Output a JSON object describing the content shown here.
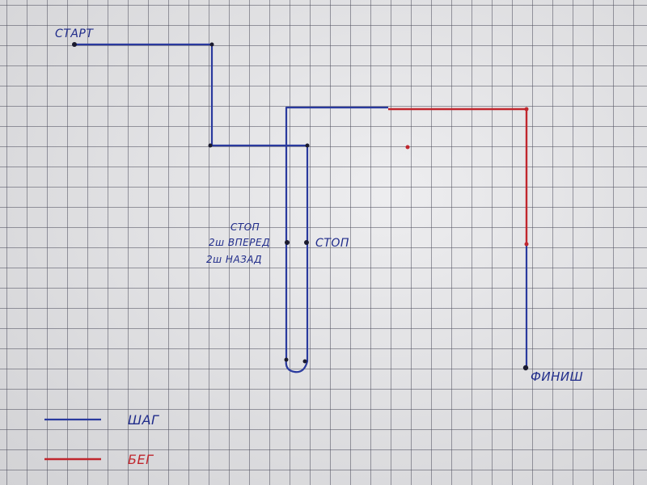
{
  "labels": {
    "start": "СТАРТ",
    "stop_right": "СТОП",
    "stop_left": "СТОП",
    "two_steps_forward": "2ш ВПЕРЕД",
    "two_steps_back": "2ш НАЗАД",
    "finish": "ФИНИШ"
  },
  "legend": {
    "walk_label": "ШАГ",
    "run_label": "БЕГ"
  },
  "colors": {
    "walk": "#2a3a9e",
    "run": "#c0262d",
    "ink": "#1f2b8a",
    "dot": "#1a1a2e"
  }
}
